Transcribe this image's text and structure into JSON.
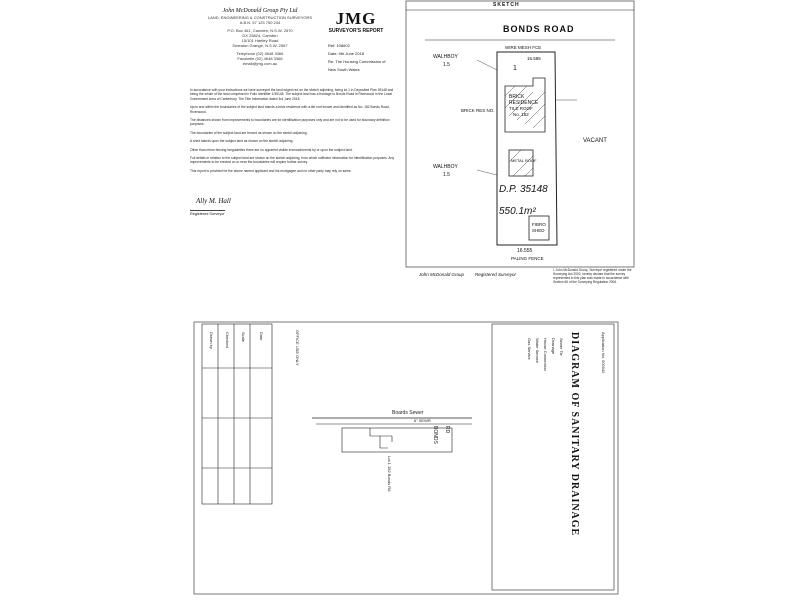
{
  "report": {
    "company_name": "John McDonald Group Pty Ltd",
    "company_sub": "LAND, ENGINEERING & CONSTRUCTION SURVEYORS",
    "abn": "A.B.N. 57 123 750 244",
    "address_lines": [
      "P.O. Box 461, Camden, N.S.W. 2570",
      "DX 25824, Camden",
      "15/101 Hartley Road",
      "Smeaton Grange, N.S.W. 2567"
    ],
    "telephone": "Telephone (02) 4648 3366",
    "facsimile": "Facsimile (02) 4648 3366",
    "email": "email@jmg.com.au",
    "logo": "JMG",
    "logo_sub": "SURVEYOR'S REPORT",
    "ref": "Ref:  108602",
    "date": "Date:  9th June 2018",
    "to": "Re:  The Housing Commission of",
    "to_line2": "New South Wales",
    "paragraphs": [
      "In accordance with your instructions we have surveyed the land edged red on the sketch adjoining, being lot 1 in Deposited Plan 35148 and being the whole of the land comprised in Folio Identifier 1/35148. The subject land has a frontage to Bonds Road in Riverwood in the Local Government Area of Canterbury. The Title Information dated 3rd June 2018.",
      "Upon and within the boundaries of the subject land stands a brick residence with a tile roof known and identified as No. 182 Bonds Road, Riverwood.",
      "The distances shown from improvements to boundaries are for identification purposes only and are not to be used for boundary definition purposes.",
      "The boundaries of the subject land are fenced as shown on the sketch adjoining.",
      "A shed stands upon the subject land as shown on the sketch adjoining.",
      "Other than minor fencing irregularities there are no apparent visible encroachments by or upon the subject land.",
      "Full details in relation to the subject land are shown on the sketch adjoining, from which sufficient information for identification purposes. Any improvements to be erected on or near the boundaries will require further survey.",
      "This report is provided for the above named applicant and his mortgagee and no other party may rely on same."
    ],
    "signature": "Ally M. Hall",
    "registered_surveyor": "Registered Surveyor"
  },
  "sketch": {
    "title": "SKETCH",
    "road": "BONDS  ROAD",
    "top_fence": "WIRE MESH FCE",
    "top_dim": "16.585",
    "lot": "1",
    "left_top_label": "WALHBOY",
    "left_top_dim": "1.5",
    "brick_left": "BRICK RES NO.",
    "residence_line1": "BRICK",
    "residence_line2": "RESIDENCE",
    "residence_line3": "TILE ROOF",
    "residence_line4": "No. 182",
    "right_label": "VACANT",
    "metal_roof": "METAL ROOF",
    "left_mid_label": "WALHBOY",
    "left_mid_dim": "1.5",
    "dp": "D.P. 35148",
    "area": "550.1m²",
    "shed_line1": "FIBRO",
    "shed_line2": "SHED",
    "bottom_dim": "16.555",
    "bottom_fence": "PALING FENCE",
    "signature_left": "John McDonald Group",
    "signature_right": "Registered Surveyor",
    "note": "I, John McDonald Group, Surveyor registered under the Surveying Act 2002, hereby declare that the survey represented in this plan was made in accordance with Section 66 of the Surveying Regulation 2006."
  },
  "diagram": {
    "title": "DIAGRAM OF SANITARY DRAINAGE",
    "sewer_label": "Boards  Sewer",
    "sewer_sub": "6\" SEWR",
    "road_label": "BONDS",
    "road_sub": "RD",
    "lot_label": "Lot 1  182 Bonds Rd",
    "table_header": "OFFICE USE ONLY",
    "table_rows": [
      "Drawn by",
      "Checked",
      "Scale",
      "Date"
    ],
    "side_note": "Application No. 000042",
    "approvals": [
      "Sewer Tie",
      "Drainage",
      "House Connection",
      "Water Service",
      "Gas Service"
    ]
  }
}
